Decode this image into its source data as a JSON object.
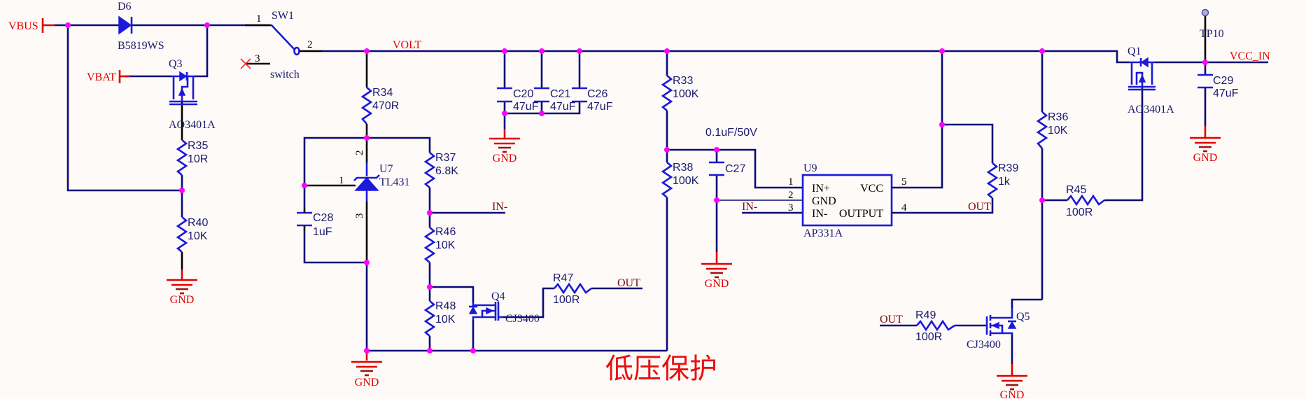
{
  "title": "低压保护",
  "nets": {
    "vbus": "VBUS",
    "vbat": "VBAT",
    "volt": "VOLT",
    "vcc_in": "VCC_IN",
    "in_minus_1": "IN-",
    "in_minus_2": "IN-",
    "out_1": "OUT",
    "out_2": "OUT",
    "out_3": "OUT"
  },
  "gnd_label": "GND",
  "components": {
    "d6": {
      "ref": "D6",
      "value": "B5819WS"
    },
    "sw1": {
      "ref": "SW1",
      "value": "switch",
      "pin1": "1",
      "pin2": "2",
      "pin3": "3"
    },
    "q3": {
      "ref": "Q3",
      "value": "AO3401A"
    },
    "r35": {
      "ref": "R35",
      "value": "10R"
    },
    "r40": {
      "ref": "R40",
      "value": "10K"
    },
    "r34": {
      "ref": "R34",
      "value": "470R"
    },
    "u7": {
      "ref": "U7",
      "value": "TL431",
      "pin1": "1",
      "pin2": "2",
      "pin3": "3"
    },
    "c28": {
      "ref": "C28",
      "value": "1uF"
    },
    "r37": {
      "ref": "R37",
      "value": "6.8K"
    },
    "r46": {
      "ref": "R46",
      "value": "10K"
    },
    "r48": {
      "ref": "R48",
      "value": "10K"
    },
    "q4": {
      "ref": "Q4",
      "value": "CJ3400"
    },
    "r47": {
      "ref": "R47",
      "value": "100R"
    },
    "c20": {
      "ref": "C20",
      "value": "47uF"
    },
    "c21": {
      "ref": "C21",
      "value": "47uF"
    },
    "c26": {
      "ref": "C26",
      "value": "47uF"
    },
    "r33": {
      "ref": "R33",
      "value": "100K"
    },
    "r38": {
      "ref": "R38",
      "value": "100K"
    },
    "c27": {
      "ref": "C27",
      "value": "0.1uF/50V"
    },
    "u9": {
      "ref": "U9",
      "value": "AP331A",
      "pins": {
        "in_plus": "IN+",
        "gnd": "GND",
        "in_minus": "IN-",
        "vcc": "VCC",
        "output": "OUTPUT"
      },
      "pin_numbers": {
        "p1": "1",
        "p2": "2",
        "p3": "3",
        "p4": "4",
        "p5": "5"
      }
    },
    "r39": {
      "ref": "R39",
      "value": "1k"
    },
    "r36": {
      "ref": "R36",
      "value": "10K"
    },
    "r45": {
      "ref": "R45",
      "value": "100R"
    },
    "q1": {
      "ref": "Q1",
      "value": "AO3401A"
    },
    "tp10": {
      "ref": "TP10"
    },
    "c29": {
      "ref": "C29",
      "value": "47uF"
    },
    "r49": {
      "ref": "R49",
      "value": "100R"
    },
    "q5": {
      "ref": "Q5",
      "value": "CJ3400"
    }
  }
}
